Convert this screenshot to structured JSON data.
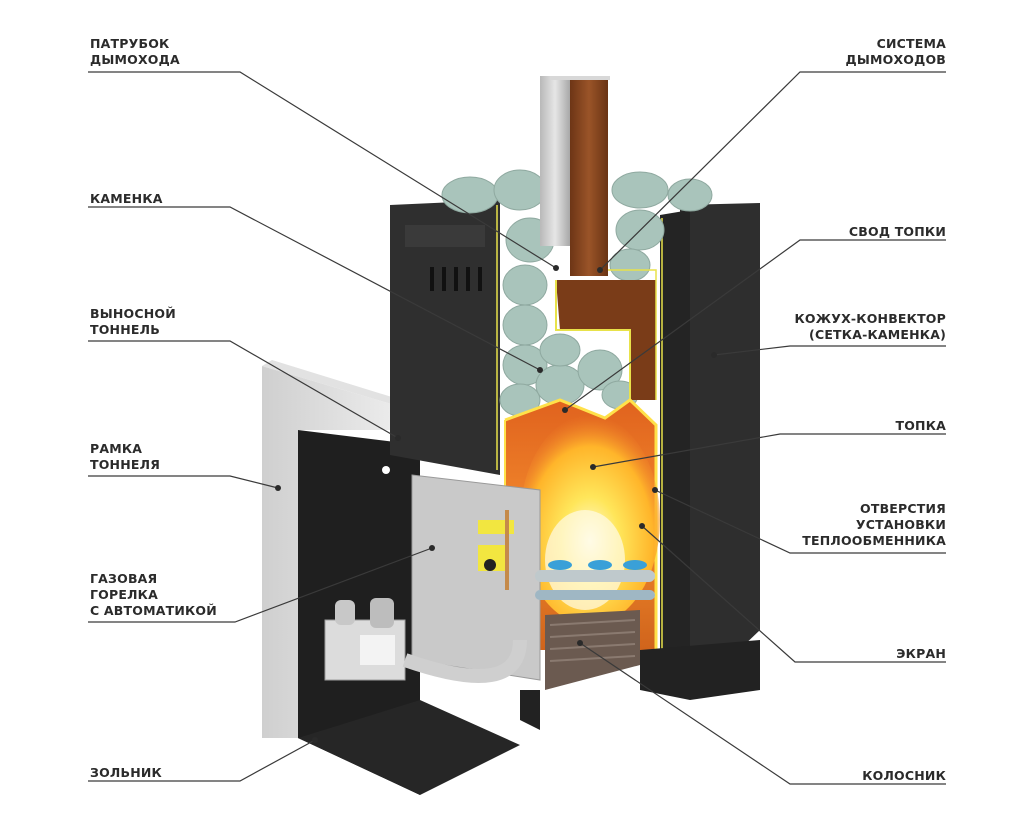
{
  "diagram": {
    "title": "",
    "colors": {
      "body_dark": "#2c2c2c",
      "body_mid": "#3a3a3a",
      "stones": "#a9c4bb",
      "flue_copper": "#8a4a22",
      "flame_yellow": "#ffd23a",
      "flame_orange": "#f08a2a",
      "outline_yellow": "#e8e24a",
      "frame_grey": "#d9d9d9",
      "leader_line": "#3a3a3a",
      "label_text": "#2b2b2b"
    },
    "labels_left": [
      {
        "id": "flue-pipe",
        "lines": [
          "ПАТРУБОК",
          "ДЫМОХОДА"
        ]
      },
      {
        "id": "stone-chamber",
        "lines": [
          "КАМЕНКА"
        ]
      },
      {
        "id": "remote-tunnel",
        "lines": [
          "ВЫНОСНОЙ",
          "ТОННЕЛЬ"
        ]
      },
      {
        "id": "tunnel-frame",
        "lines": [
          "РАМКА",
          "ТОННЕЛЯ"
        ]
      },
      {
        "id": "gas-burner",
        "lines": [
          "ГАЗОВАЯ",
          "ГОРЕЛКА",
          "С АВТОМАТИКОЙ"
        ]
      },
      {
        "id": "ash-pan",
        "lines": [
          "ЗОЛЬНИК"
        ]
      }
    ],
    "labels_right": [
      {
        "id": "flue-system",
        "lines": [
          "СИСТЕМА",
          "ДЫМОХОДОВ"
        ]
      },
      {
        "id": "firebox-vault",
        "lines": [
          "СВОД ТОПКИ"
        ]
      },
      {
        "id": "convector-casing",
        "lines": [
          "КОЖУХ-КОНВЕКТОР",
          "(СЕТКА-КАМЕНКА)"
        ]
      },
      {
        "id": "firebox",
        "lines": [
          "ТОПКА"
        ]
      },
      {
        "id": "heat-exchanger-holes",
        "lines": [
          "ОТВЕРСТИЯ",
          "УСТАНОВКИ",
          "ТЕПЛООБМЕННИКА"
        ]
      },
      {
        "id": "screen",
        "lines": [
          "ЭКРАН"
        ]
      },
      {
        "id": "grate",
        "lines": [
          "КОЛОСНИК"
        ]
      }
    ]
  }
}
